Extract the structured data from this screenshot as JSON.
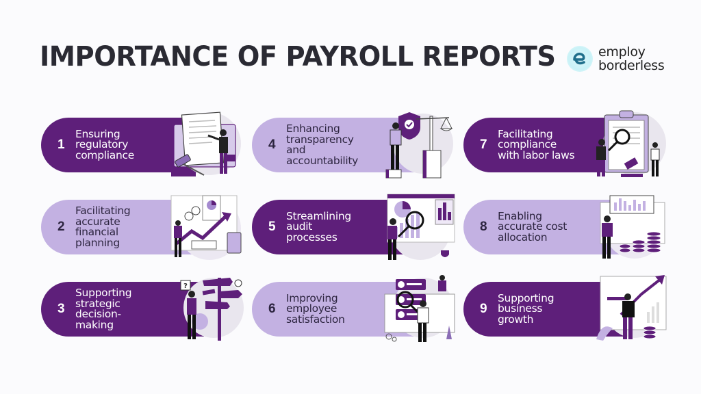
{
  "header": {
    "title": "IMPORTANCE OF PAYROLL REPORTS"
  },
  "logo": {
    "icon": "e-logo-icon",
    "line1": "employ",
    "line2": "borderless",
    "icon_color": "#1f6f8b",
    "icon_bg": "#c9f2f7"
  },
  "colors": {
    "dark_pill": "#5e1f7a",
    "light_pill": "#c3b1e2",
    "title_text": "#2a2a33",
    "background": "#fbfbfd"
  },
  "cards": [
    {
      "number": "1",
      "lines": [
        "Ensuring",
        "regulatory",
        "compliance"
      ],
      "style": "dark",
      "illustration": "legal-document-gavel-illustration"
    },
    {
      "number": "2",
      "lines": [
        "Facilitating",
        "accurate",
        "financial",
        "planning"
      ],
      "style": "light",
      "illustration": "financial-growth-chart-illustration"
    },
    {
      "number": "3",
      "lines": [
        "Supporting",
        "strategic",
        "decision-",
        "making"
      ],
      "style": "dark",
      "illustration": "signpost-telescope-illustration"
    },
    {
      "number": "4",
      "lines": [
        "Enhancing",
        "transparency",
        "and",
        "accountability"
      ],
      "style": "light",
      "illustration": "shield-scales-illustration"
    },
    {
      "number": "5",
      "lines": [
        "Streamlining",
        "audit",
        "processes"
      ],
      "style": "dark",
      "illustration": "magnifier-dashboard-illustration"
    },
    {
      "number": "6",
      "lines": [
        "Improving",
        "employee",
        "satisfaction"
      ],
      "style": "light",
      "illustration": "employee-ratings-illustration"
    },
    {
      "number": "7",
      "lines": [
        "Facilitating",
        "compliance",
        "with labor laws"
      ],
      "style": "dark",
      "illustration": "clipboard-magnifier-illustration"
    },
    {
      "number": "8",
      "lines": [
        "Enabling",
        "accurate cost",
        "allocation"
      ],
      "style": "light",
      "illustration": "coins-chart-illustration"
    },
    {
      "number": "9",
      "lines": [
        "Supporting",
        "business",
        "growth"
      ],
      "style": "dark",
      "illustration": "growth-arrow-illustration"
    }
  ]
}
